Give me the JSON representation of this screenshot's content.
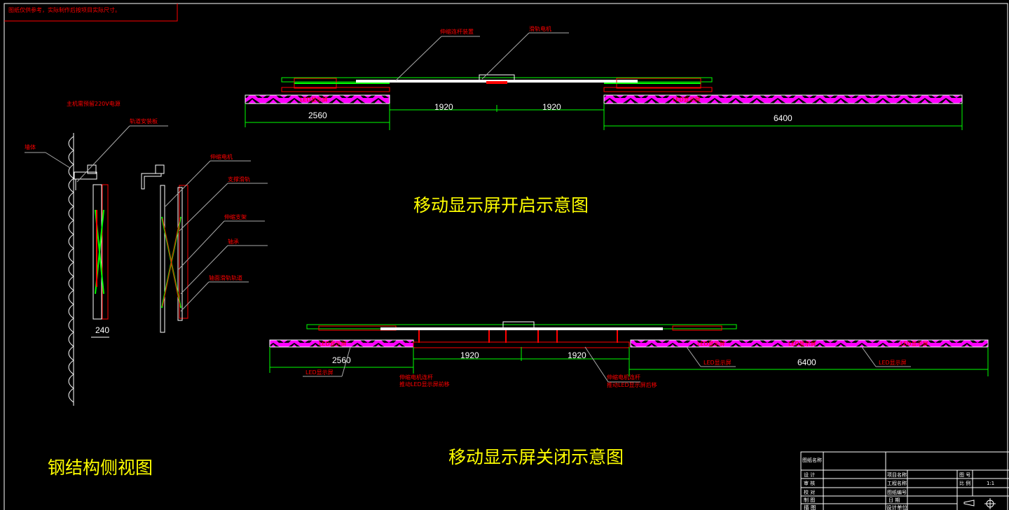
{
  "colors": {
    "background": "#000000",
    "frame": "#ffffff",
    "annotation": "#ff0000",
    "rail": "#00ff00",
    "led": "#ff00ff",
    "title": "#ffff00"
  },
  "note": "图纸仅供参考，实际制作后按项目实际尺寸。",
  "open_view": {
    "title": "移动显示屏开启示意图",
    "callouts": [
      "伸缩连杆装置",
      "滑轨电机"
    ],
    "led_label": "LED显示屏",
    "dims": {
      "left": "2560",
      "mid_left": "1920",
      "mid_right": "1920",
      "right": "6400"
    }
  },
  "closed_view": {
    "title": "移动显示屏关闭示意图",
    "led_label": "LED显示屏",
    "callouts_left": [
      "LED显示屏",
      "伸缩电机连杆",
      "推动LED显示屏前移"
    ],
    "callouts_right": [
      "LED显示屏",
      "伸缩电机连杆",
      "推动LED显示屏后移"
    ],
    "dims": {
      "left": "2560",
      "mid_left": "1920",
      "mid_right": "1920",
      "right": "6400"
    }
  },
  "side_view": {
    "title": "钢结构侧视图",
    "power_note": "主机需预留220V电源",
    "callouts": [
      "墙体",
      "轨道安装板",
      "伸缩电机",
      "支撑滑轨",
      "伸缩支架",
      "轴承",
      "轴面滑轨轨道"
    ],
    "dim": "240"
  },
  "title_block": {
    "header": "图纸名称",
    "left_rows": [
      "设 计",
      "审 核",
      "校 对",
      "制 图",
      "描 图"
    ],
    "mid_rows": [
      "项目名称",
      "工程名称",
      "图纸编号",
      "日 期",
      "设计单位"
    ],
    "right_rows": [
      "图 号",
      "比 例"
    ],
    "scale": "1:1"
  }
}
